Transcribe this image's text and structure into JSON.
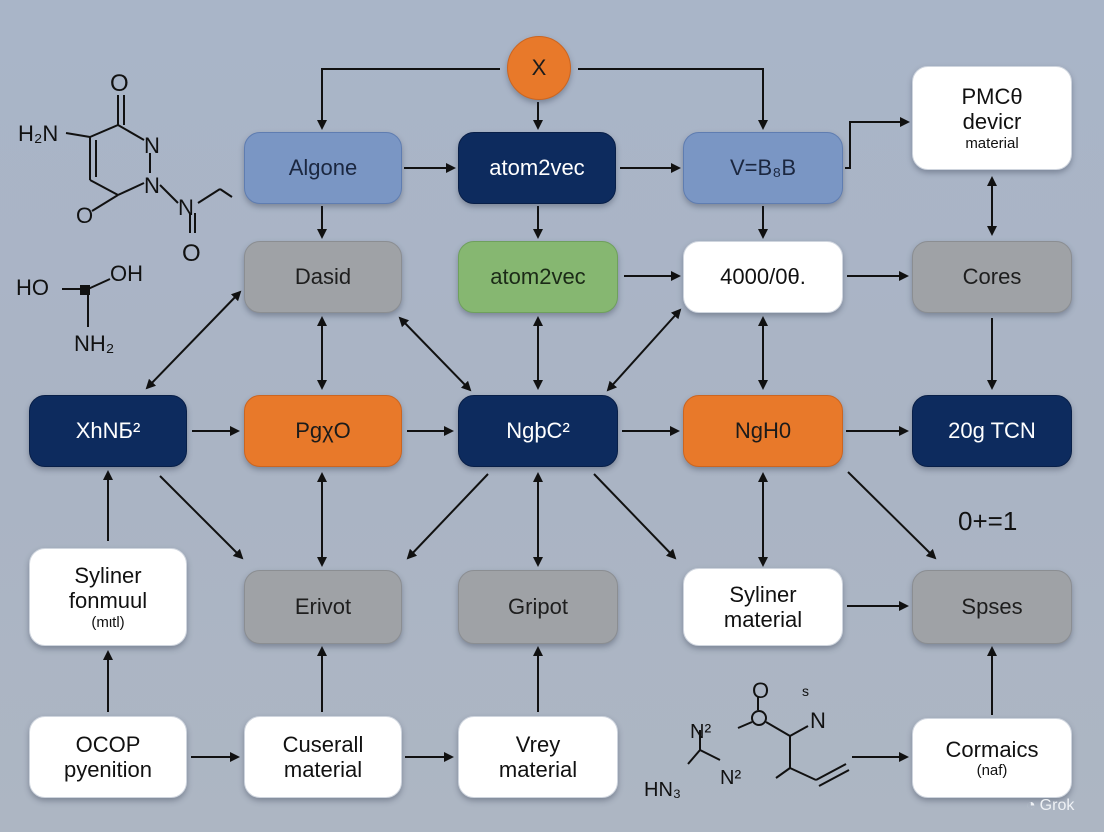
{
  "nodes": [
    {
      "id": "x",
      "style": "orange",
      "shape": "circle",
      "lines": [
        "X"
      ]
    },
    {
      "id": "algone",
      "style": "blue",
      "lines": [
        "Algone"
      ]
    },
    {
      "id": "atom2vec1",
      "style": "navy",
      "lines": [
        "atom2vec"
      ]
    },
    {
      "id": "vb",
      "style": "blue",
      "lines": [
        "V=B₈B"
      ]
    },
    {
      "id": "pmc",
      "style": "white",
      "lines": [
        "PMCθ",
        "devicr",
        "material"
      ]
    },
    {
      "id": "dasid",
      "style": "gray",
      "lines": [
        "Dasid"
      ]
    },
    {
      "id": "atom2vec2",
      "style": "green",
      "lines": [
        "atom2vec"
      ]
    },
    {
      "id": "n4000",
      "style": "white",
      "lines": [
        "4000/0θ."
      ]
    },
    {
      "id": "cores",
      "style": "gray",
      "lines": [
        "Cores"
      ]
    },
    {
      "id": "xhnb",
      "style": "navy",
      "lines": [
        "XhNБ²"
      ]
    },
    {
      "id": "pgxo",
      "style": "orange",
      "lines": [
        "PgχO"
      ]
    },
    {
      "id": "ngc",
      "style": "navy",
      "lines": [
        "NgþC²"
      ]
    },
    {
      "id": "nghho",
      "style": "orange",
      "lines": [
        "NgH0"
      ]
    },
    {
      "id": "tcn",
      "style": "navy",
      "lines": [
        "20g TCN"
      ]
    },
    {
      "id": "syliner1",
      "style": "white",
      "lines": [
        "Syliner",
        "fonmuul",
        "(mιtl)"
      ]
    },
    {
      "id": "erivot",
      "style": "gray",
      "lines": [
        "Erivot"
      ]
    },
    {
      "id": "gripot",
      "style": "gray",
      "lines": [
        "Gripot"
      ]
    },
    {
      "id": "syliner2",
      "style": "white",
      "lines": [
        "Syliner",
        "material"
      ]
    },
    {
      "id": "spses",
      "style": "gray",
      "lines": [
        "Spses"
      ]
    },
    {
      "id": "ocop",
      "style": "white",
      "lines": [
        "OCOP",
        "pyenition"
      ]
    },
    {
      "id": "cuserall",
      "style": "white",
      "lines": [
        "Cuserall",
        "material"
      ]
    },
    {
      "id": "vrey",
      "style": "white",
      "lines": [
        "Vrey",
        "material"
      ]
    },
    {
      "id": "cormaics",
      "style": "white",
      "lines": [
        "Cormaics",
        "(naf)"
      ]
    }
  ],
  "free_text": {
    "equation": "0+=1"
  },
  "chem_labels": {
    "top_left": {
      "h2n": "H₂N",
      "o_top": "O",
      "n1": "N",
      "n2": "N",
      "n3": "N",
      "o_left": "O",
      "o_bottom": "O"
    },
    "mid_left": {
      "ho": "HO",
      "oh": "OH",
      "nh2": "NH₂"
    },
    "bottom_right": {
      "o": "O",
      "s": "s",
      "n": "N",
      "n2a": "N²",
      "hn3": "HN₃",
      "n2b": "N²"
    }
  },
  "watermark": {
    "text": "Grok"
  },
  "colors": {
    "background": "#aab4c4",
    "navy": "#0d2b5e",
    "orange": "#e8792a",
    "blue": "#7a96c4",
    "gray": "#9fa2a6",
    "green": "#86b771",
    "white": "#ffffff",
    "arrow": "#111111"
  }
}
